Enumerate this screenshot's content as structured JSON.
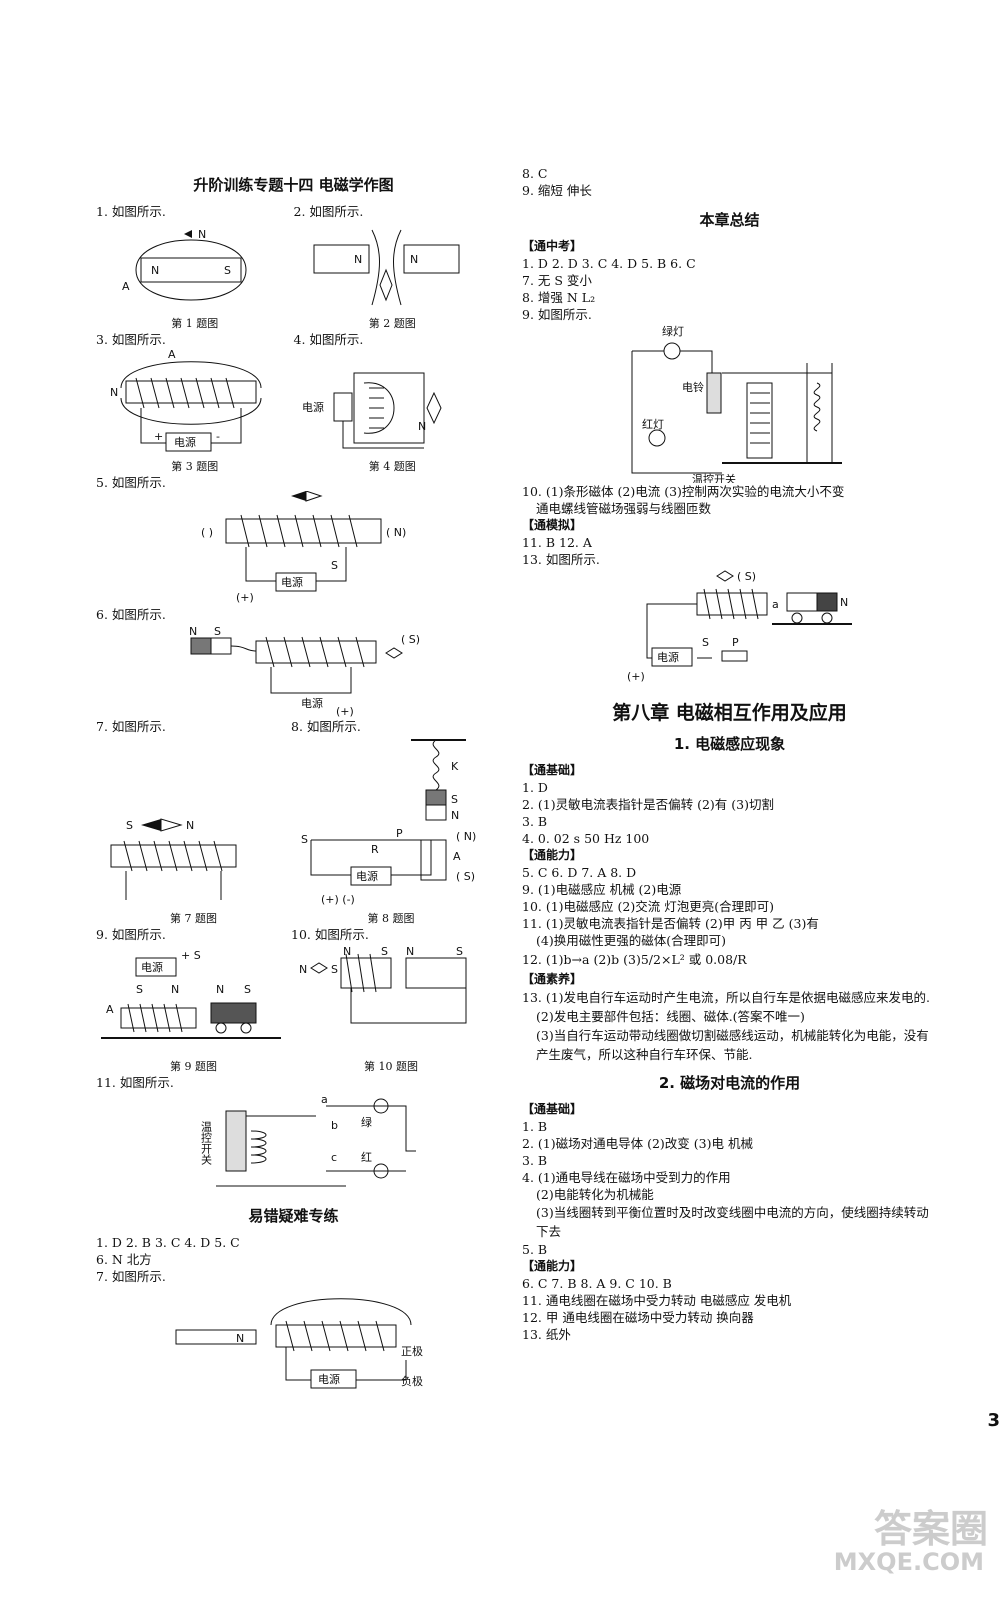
{
  "left": {
    "title": "升阶训练专题十四   电磁学作图",
    "q1": "1. 如图所示.",
    "q2": "2. 如图所示.",
    "cap1": "第 1 题图",
    "cap2": "第 2 题图",
    "q3": "3. 如图所示.",
    "q4": "4. 如图所示.",
    "cap3": "第 3 题图",
    "cap4": "第 4 题图",
    "q5": "5. 如图所示.",
    "q6": "6. 如图所示.",
    "q7": "7. 如图所示.",
    "q8": "8. 如图所示.",
    "cap7": "第 7 题图",
    "cap8": "第 8 题图",
    "q9": "9. 如图所示.",
    "q10": "10. 如图所示.",
    "cap9": "第 9 题图",
    "cap10": "第 10 题图",
    "q11": "11. 如图所示.",
    "title2": "易错疑难专练",
    "e1": "1. D   2. B   3. C   4. D   5. C",
    "e6": "6. N   北方",
    "e7": "7. 如图所示."
  },
  "labels": {
    "N": "N",
    "S": "S",
    "A": "A",
    "K": "K",
    "R": "R",
    "P": "P",
    "dianyuan": "电源",
    "plus": "(+)",
    "minus": "(-)",
    "pm": "(+)   (-)",
    "bracketN": "( N)",
    "bracketS": "( S)",
    "bracketEmpty": "(   )",
    "lvdeng": "绿灯",
    "hongdeng": "红灯",
    "dianling": "电铃",
    "wenkong": "温控开关",
    "wenkong_v": "温控开关",
    "lv": "绿",
    "hong": "红",
    "a": "a",
    "b": "b",
    "c": "c",
    "zhengji": "正极",
    "fuji": "负极",
    "plusS": "+ S",
    "ps": "+",
    "ms": "-"
  },
  "right": {
    "r8": "8. C",
    "r9": "9. 缩短   伸长",
    "title_summary": "本章总结",
    "tag_zk": "【通中考】",
    "s1": "1. D   2. D   3. C   4. D   5. B   6. C",
    "s7": "7. 无   S   变小",
    "s8": "8. 增强   N   L₂",
    "s9": "9. 如图所示.",
    "s10a": "10. (1)条形磁体   (2)电流   (3)控制两次实验的电流大小不变",
    "s10b": "通电螺线管磁场强弱与线圈匝数",
    "tag_mn": "【通模拟】",
    "s11": "11. B   12. A",
    "s13": "13. 如图所示.",
    "chapter": "第八章   电磁相互作用及应用",
    "sec1": "1. 电磁感应现象",
    "tag_jc": "【通基础】",
    "a1": "1. D",
    "a2": "2. (1)灵敏电流表指针是否偏转   (2)有   (3)切割",
    "a3": "3. B",
    "a4": "4. 0. 02 s   50 Hz   100",
    "tag_nl": "【通能力】",
    "a5": "5. C   6. D   7. A   8. D",
    "a9": "9. (1)电磁感应   机械   (2)电源",
    "a10": "10. (1)电磁感应   (2)交流   灯泡更亮(合理即可)",
    "a11a": "11. (1)灵敏电流表指针是否偏转   (2)甲   丙   甲   乙   (3)有",
    "a11b": "(4)换用磁性更强的磁体(合理即可)",
    "a12": "12. (1)b→a   (2)b   (3)5/2×L² 或 0.08/R",
    "tag_sy": "【通素养】",
    "a13a": "13. (1)发电自行车运动时产生电流，所以自行车是依据电磁感应来发电的.",
    "a13b": "(2)发电主要部件包括：线圈、磁体.(答案不唯一)",
    "a13c": "(3)当自行车运动带动线圈做切割磁感线运动，机械能转化为电能，没有产生废气，所以这种自行车环保、节能.",
    "sec2": "2. 磁场对电流的作用",
    "b1": "1. B",
    "b2": "2. (1)磁场对通电导体   (2)改变   (3)电   机械",
    "b3": "3. B",
    "b4a": "4. (1)通电导线在磁场中受到力的作用",
    "b4b": "(2)电能转化为机械能",
    "b4c": "(3)当线圈转到平衡位置时及时改变线圈中电流的方向，使线圈持续转动下去",
    "b5": "5. B",
    "b6": "6. C   7. B   8. A   9. C   10. B",
    "b11": "11. 通电线圈在磁场中受力转动   电磁感应   发电机",
    "b12": "12. 甲   通电线圈在磁场中受力转动   换向器",
    "b13": "13. 纸外"
  },
  "page": {
    "number": "3",
    "watermark1": "答案圈",
    "watermark2": "MXQE.COM"
  }
}
